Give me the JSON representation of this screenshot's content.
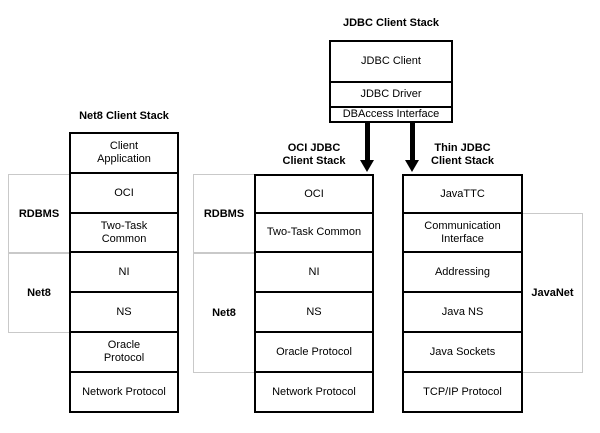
{
  "diagram": {
    "background": "#ffffff",
    "stack_border_color": "#000000",
    "side_box_border_color": "#c9c9c9",
    "arrow_color": "#000000",
    "jdbc_stack": {
      "title": "JDBC Client Stack",
      "rows": [
        "JDBC Client",
        "JDBC Driver",
        "DBAccess Interface"
      ]
    },
    "net8_stack": {
      "title": "Net8 Client Stack",
      "rows": [
        "Client\nApplication",
        "OCI",
        "Two-Task\nCommon",
        "NI",
        "NS",
        "Oracle\nProtocol",
        "Network Protocol"
      ],
      "side_labels": [
        "RDBMS",
        "Net8"
      ]
    },
    "oci_stack": {
      "title": "OCI JDBC\nClient Stack",
      "rows": [
        "OCI",
        "Two-Task Common",
        "NI",
        "NS",
        "Oracle Protocol",
        "Network Protocol"
      ],
      "side_labels": [
        "RDBMS",
        "Net8"
      ]
    },
    "thin_stack": {
      "title": "Thin JDBC\nClient Stack",
      "rows": [
        "JavaTTC",
        "Communication\nInterface",
        "Addressing",
        "Java NS",
        "Java Sockets",
        "TCP/IP Protocol"
      ],
      "side_labels": [
        "JavaNet"
      ]
    }
  }
}
